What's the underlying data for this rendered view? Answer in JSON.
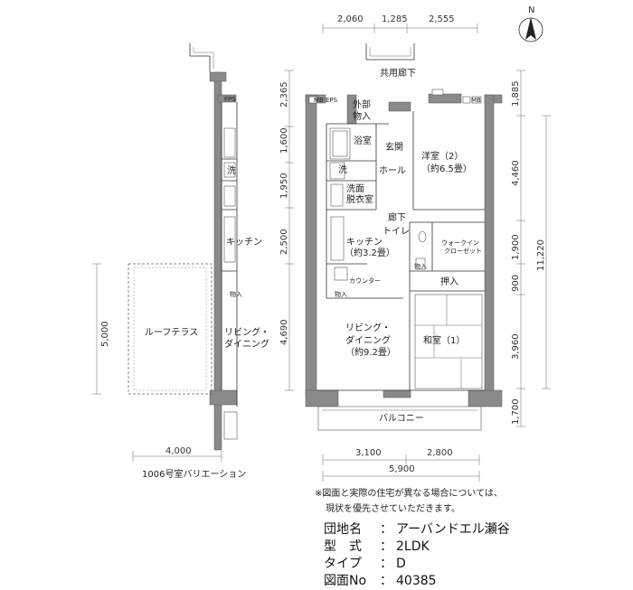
{
  "compass": {
    "label": "N"
  },
  "dims": {
    "top": [
      "2,060",
      "1,285",
      "2,555"
    ],
    "left": [
      "2,365",
      "1,600",
      "1,950",
      "2,500",
      "4,690"
    ],
    "right_inner": [
      "1,885",
      "4,460",
      "1,900",
      "900",
      "3,960",
      "1,700"
    ],
    "right_total": "11,220",
    "bottom_parts": [
      "3,100",
      "2,800"
    ],
    "bottom_total": "5,900",
    "variation_height": "5,000",
    "variation_width": "4,000"
  },
  "rooms": {
    "corridor": "共用廊下",
    "mb": "MB",
    "eps": "EPS",
    "outside_storage": [
      "外部",
      "物入"
    ],
    "bath": "浴室",
    "entrance": "玄関",
    "hall": "ホール",
    "western": "洋室（2）",
    "western_size": "（約6.5畳）",
    "wash": "洗",
    "dressing": [
      "洗面",
      "脱衣室"
    ],
    "corridor_inner": "廊下",
    "toilet": "トイレ",
    "walkin": [
      "ウォークイン",
      "クローゼット"
    ],
    "kitchen": "キッチン",
    "kitchen_size": "（約3.2畳）",
    "storage": "物入",
    "counter": "カウンター",
    "closet": "押入",
    "living": [
      "リビング・",
      "ダイニング"
    ],
    "living_size": "（約9.2畳）",
    "japanese": "和室（1）",
    "balcony": "バルコニー"
  },
  "variation": {
    "fps": "FPS",
    "wash": "洗",
    "kitchen": "キッチン",
    "storage": "物入",
    "roof_terrace": "ルーフテラス",
    "living": [
      "リビング・",
      "ダイニング"
    ],
    "caption": "1006号室バリエーション"
  },
  "note": [
    "※図面と実際の住宅が異なる場合については、",
    "現状を優先させていただきます。"
  ],
  "info": [
    {
      "key": "団地名",
      "sep": "：",
      "value": "アーバンドエル瀬谷"
    },
    {
      "key": "型　式",
      "sep": "：",
      "value": "2LDK"
    },
    {
      "key": "タイプ",
      "sep": "：",
      "value": "D"
    },
    {
      "key": "図面No",
      "sep": "：",
      "value": "40385"
    }
  ]
}
